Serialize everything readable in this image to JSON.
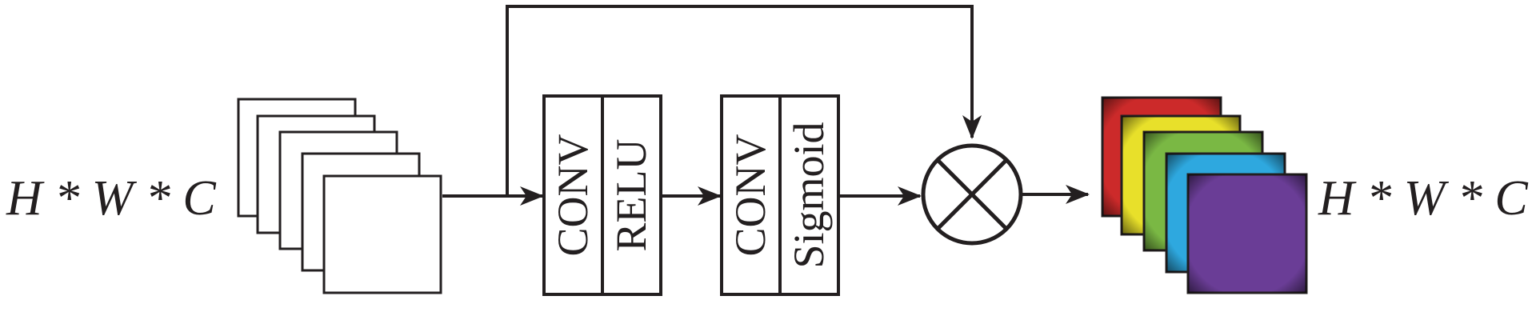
{
  "input": {
    "label": "H * W * C",
    "feature_maps": [
      "#ffffff",
      "#ffffff",
      "#ffffff",
      "#ffffff",
      "#ffffff"
    ]
  },
  "block1": {
    "left": "CONV",
    "right": "RELU"
  },
  "block2": {
    "left": "CONV",
    "right": "Sigmoid"
  },
  "operator": {
    "symbol": "multiply-icon"
  },
  "output": {
    "label": "H * W * C",
    "feature_maps": [
      "#cc2a2a",
      "#e8e02a",
      "#7ab844",
      "#2ea8df",
      "#6a3d96"
    ]
  },
  "colors": {
    "stroke": "#231f20",
    "background": "#ffffff"
  }
}
